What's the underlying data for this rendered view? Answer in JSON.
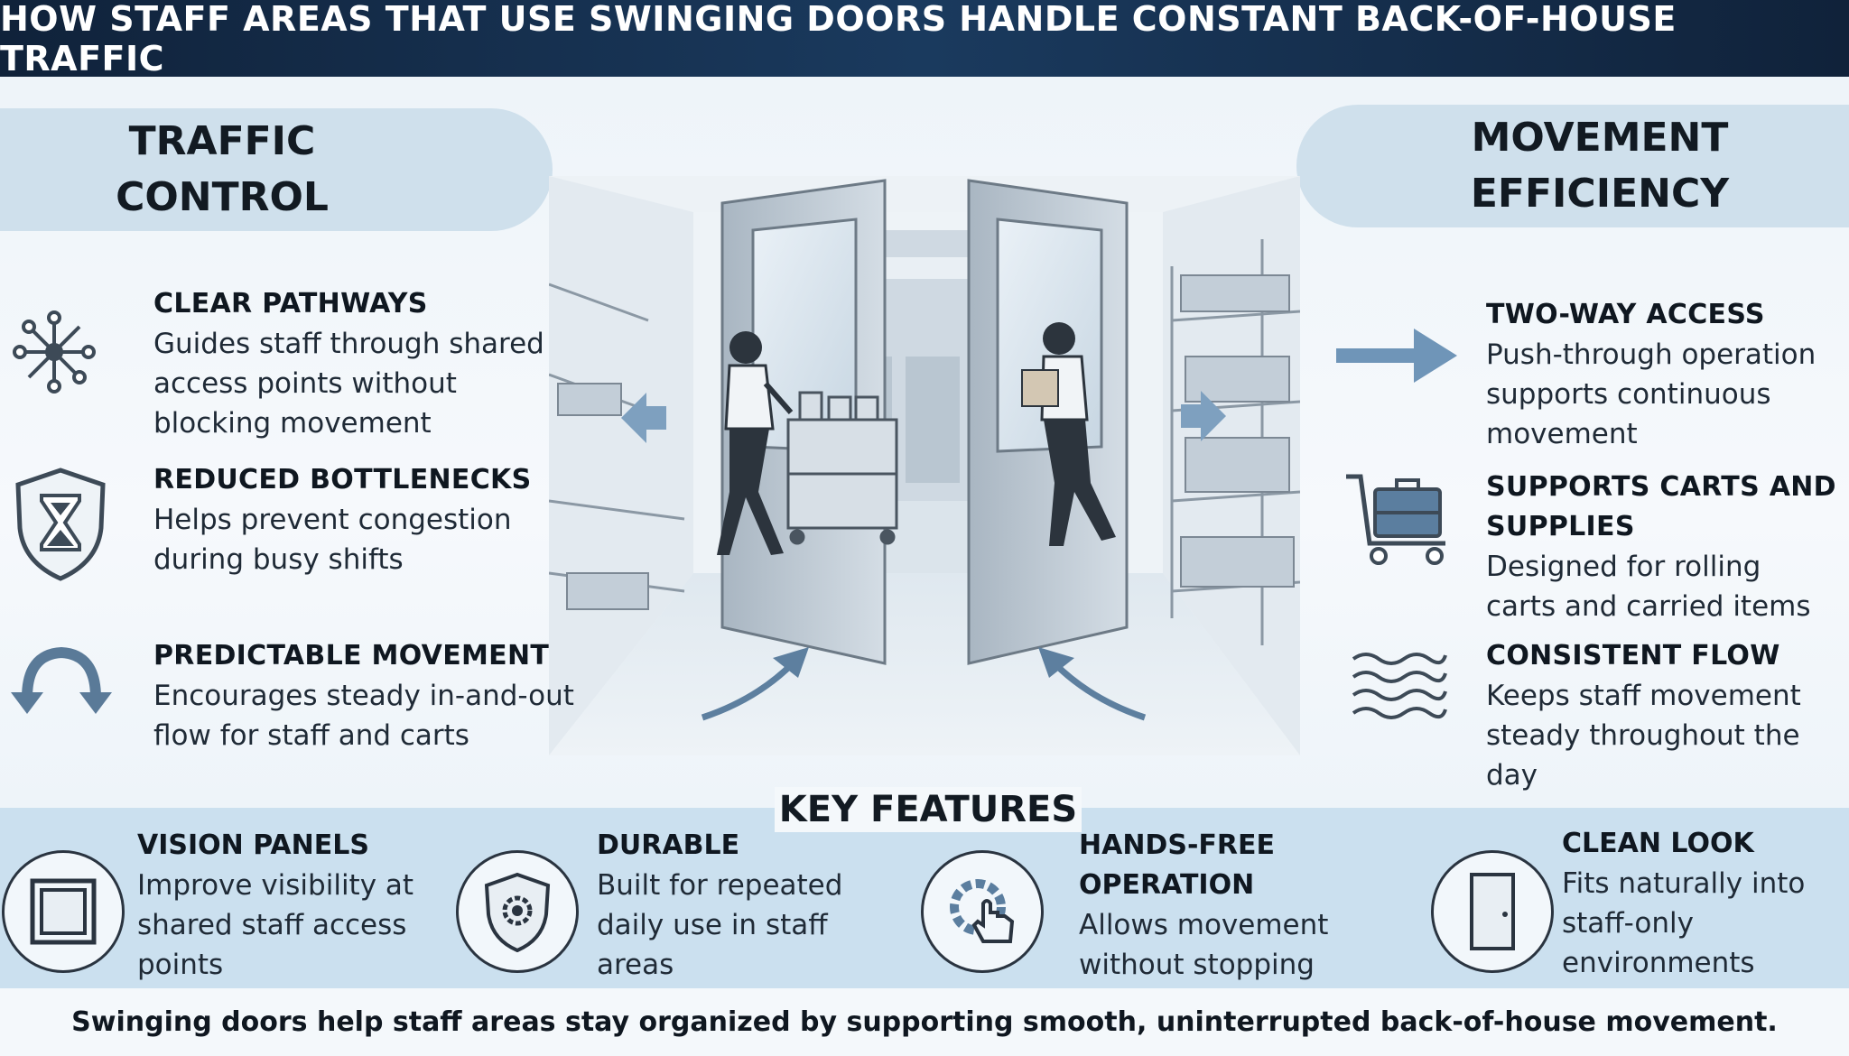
{
  "header": {
    "title": "HOW STAFF AREAS THAT USE SWINGING DOORS HANDLE CONSTANT BACK-OF-HOUSE TRAFFIC"
  },
  "left_panel": {
    "title_line1": "TRAFFIC",
    "title_line2": "CONTROL",
    "items": [
      {
        "title": "CLEAR PATHWAYS",
        "lines": [
          "Guides staff through shared",
          "access points without",
          "blocking movement"
        ],
        "icon": "network-nodes-icon"
      },
      {
        "title": "REDUCED BOTTLENECKS",
        "lines": [
          "Helps prevent congestion",
          "during busy shifts"
        ],
        "icon": "shield-hourglass-icon"
      },
      {
        "title": "PREDICTABLE MOVEMENT",
        "lines": [
          "Encourages steady in-and-out",
          "flow for staff and carts"
        ],
        "icon": "circular-arrows-icon"
      }
    ]
  },
  "right_panel": {
    "title_line1": "MOVEMENT",
    "title_line2": "EFFICIENCY",
    "items": [
      {
        "title": "TWO-WAY ACCESS",
        "lines": [
          "Push-through operation",
          "supports continuous",
          "movement"
        ],
        "icon": "right-arrow-icon"
      },
      {
        "title_lines": [
          "SUPPORTS CARTS AND",
          "SUPPLIES"
        ],
        "lines": [
          "Designed for rolling",
          "carts and carried items"
        ],
        "icon": "cart-icon"
      },
      {
        "title": "CONSISTENT FLOW",
        "lines": [
          "Keeps staff movement",
          "steady throughout the",
          "day"
        ],
        "icon": "wave-lines-icon"
      }
    ]
  },
  "key_features": {
    "title": "KEY FEATURES",
    "items": [
      {
        "title": "VISION PANELS",
        "lines": [
          "Improve visibility at",
          "shared staff access",
          "points"
        ],
        "icon": "window-panel-icon"
      },
      {
        "title": "DURABLE",
        "lines": [
          "Built for repeated",
          "daily use in staff",
          "areas"
        ],
        "icon": "shield-gear-icon"
      },
      {
        "title_lines": [
          "HANDS-FREE",
          "OPERATION"
        ],
        "lines": [
          "Allows movement",
          "without stopping"
        ],
        "icon": "gear-hand-icon"
      },
      {
        "title": "CLEAN LOOK",
        "lines": [
          "Fits naturally into",
          "staff-only",
          "environments"
        ],
        "icon": "door-icon"
      }
    ]
  },
  "footer": {
    "text": "Swinging doors help staff areas stay organized by supporting smooth, uninterrupted back-of-house movement."
  },
  "colors": {
    "header_bg": "#10223a",
    "pill_bg": "#cfe0ec",
    "features_bg": "#cbe0ef",
    "accent_arrow": "#6f95b8"
  }
}
